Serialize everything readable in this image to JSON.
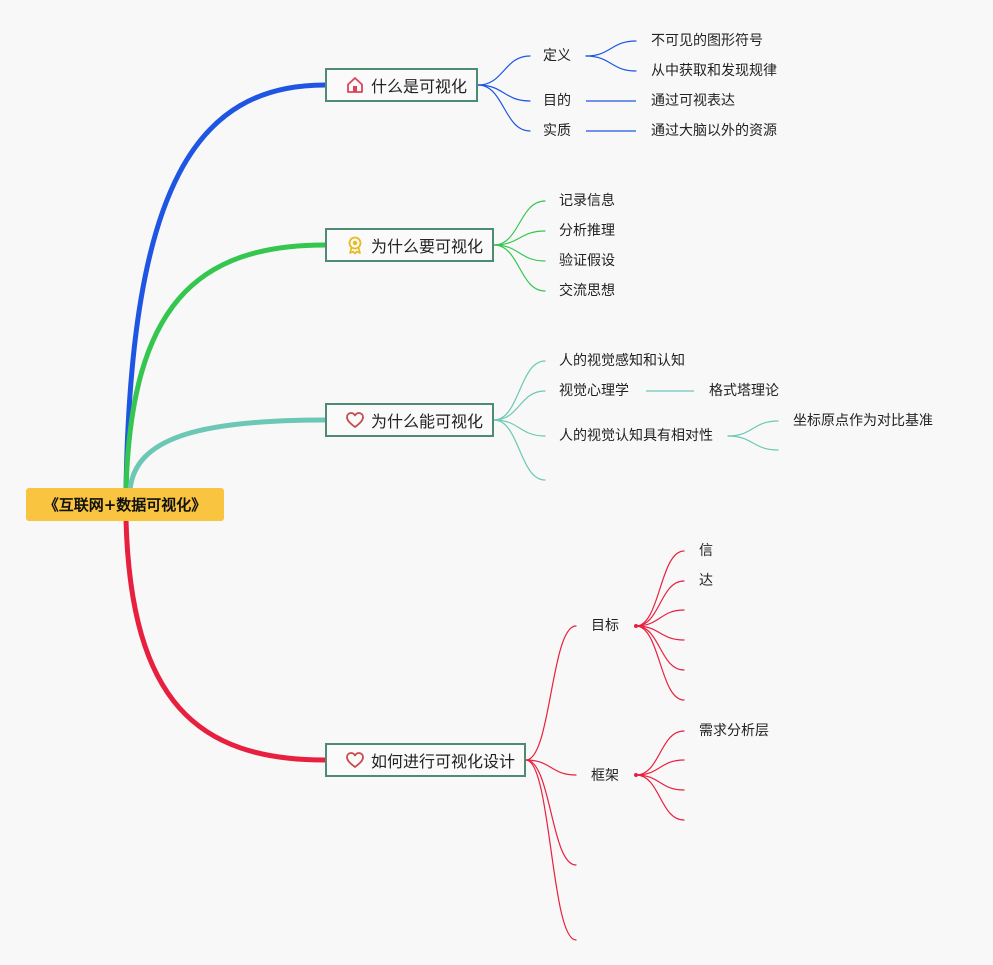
{
  "root": {
    "label": "《互联网+数据可视化》"
  },
  "branches": {
    "b1": {
      "label": "什么是可视化",
      "icon": "house-icon",
      "color": "#1e56e3",
      "def": "定义",
      "def1": "不可见的图形符号",
      "def2": "从中获取和发现规律",
      "goal": "目的",
      "goal1": "通过可视表达",
      "essence": "实质",
      "essence1": "通过大脑以外的资源"
    },
    "b2": {
      "label": "为什么要可视化",
      "icon": "award-medal-icon",
      "color": "#35c64f",
      "items": [
        "记录信息",
        "分析推理",
        "验证假设",
        "交流思想"
      ]
    },
    "b3": {
      "label": "为什么能可视化",
      "icon": "heart-icon",
      "color": "#6cc8b4",
      "perception": "人的视觉感知和认知",
      "psych": "视觉心理学",
      "gestalt": "格式塔理论",
      "relative": "人的视觉认知具有相对性",
      "relative1": "坐标原点作为对比基准"
    },
    "b4": {
      "label": "如何进行可视化设计",
      "icon": "heart-icon",
      "color": "#e8203f",
      "target": "目标",
      "t1": "信",
      "t2": "达",
      "framework": "框架",
      "f1": "需求分析层"
    }
  }
}
